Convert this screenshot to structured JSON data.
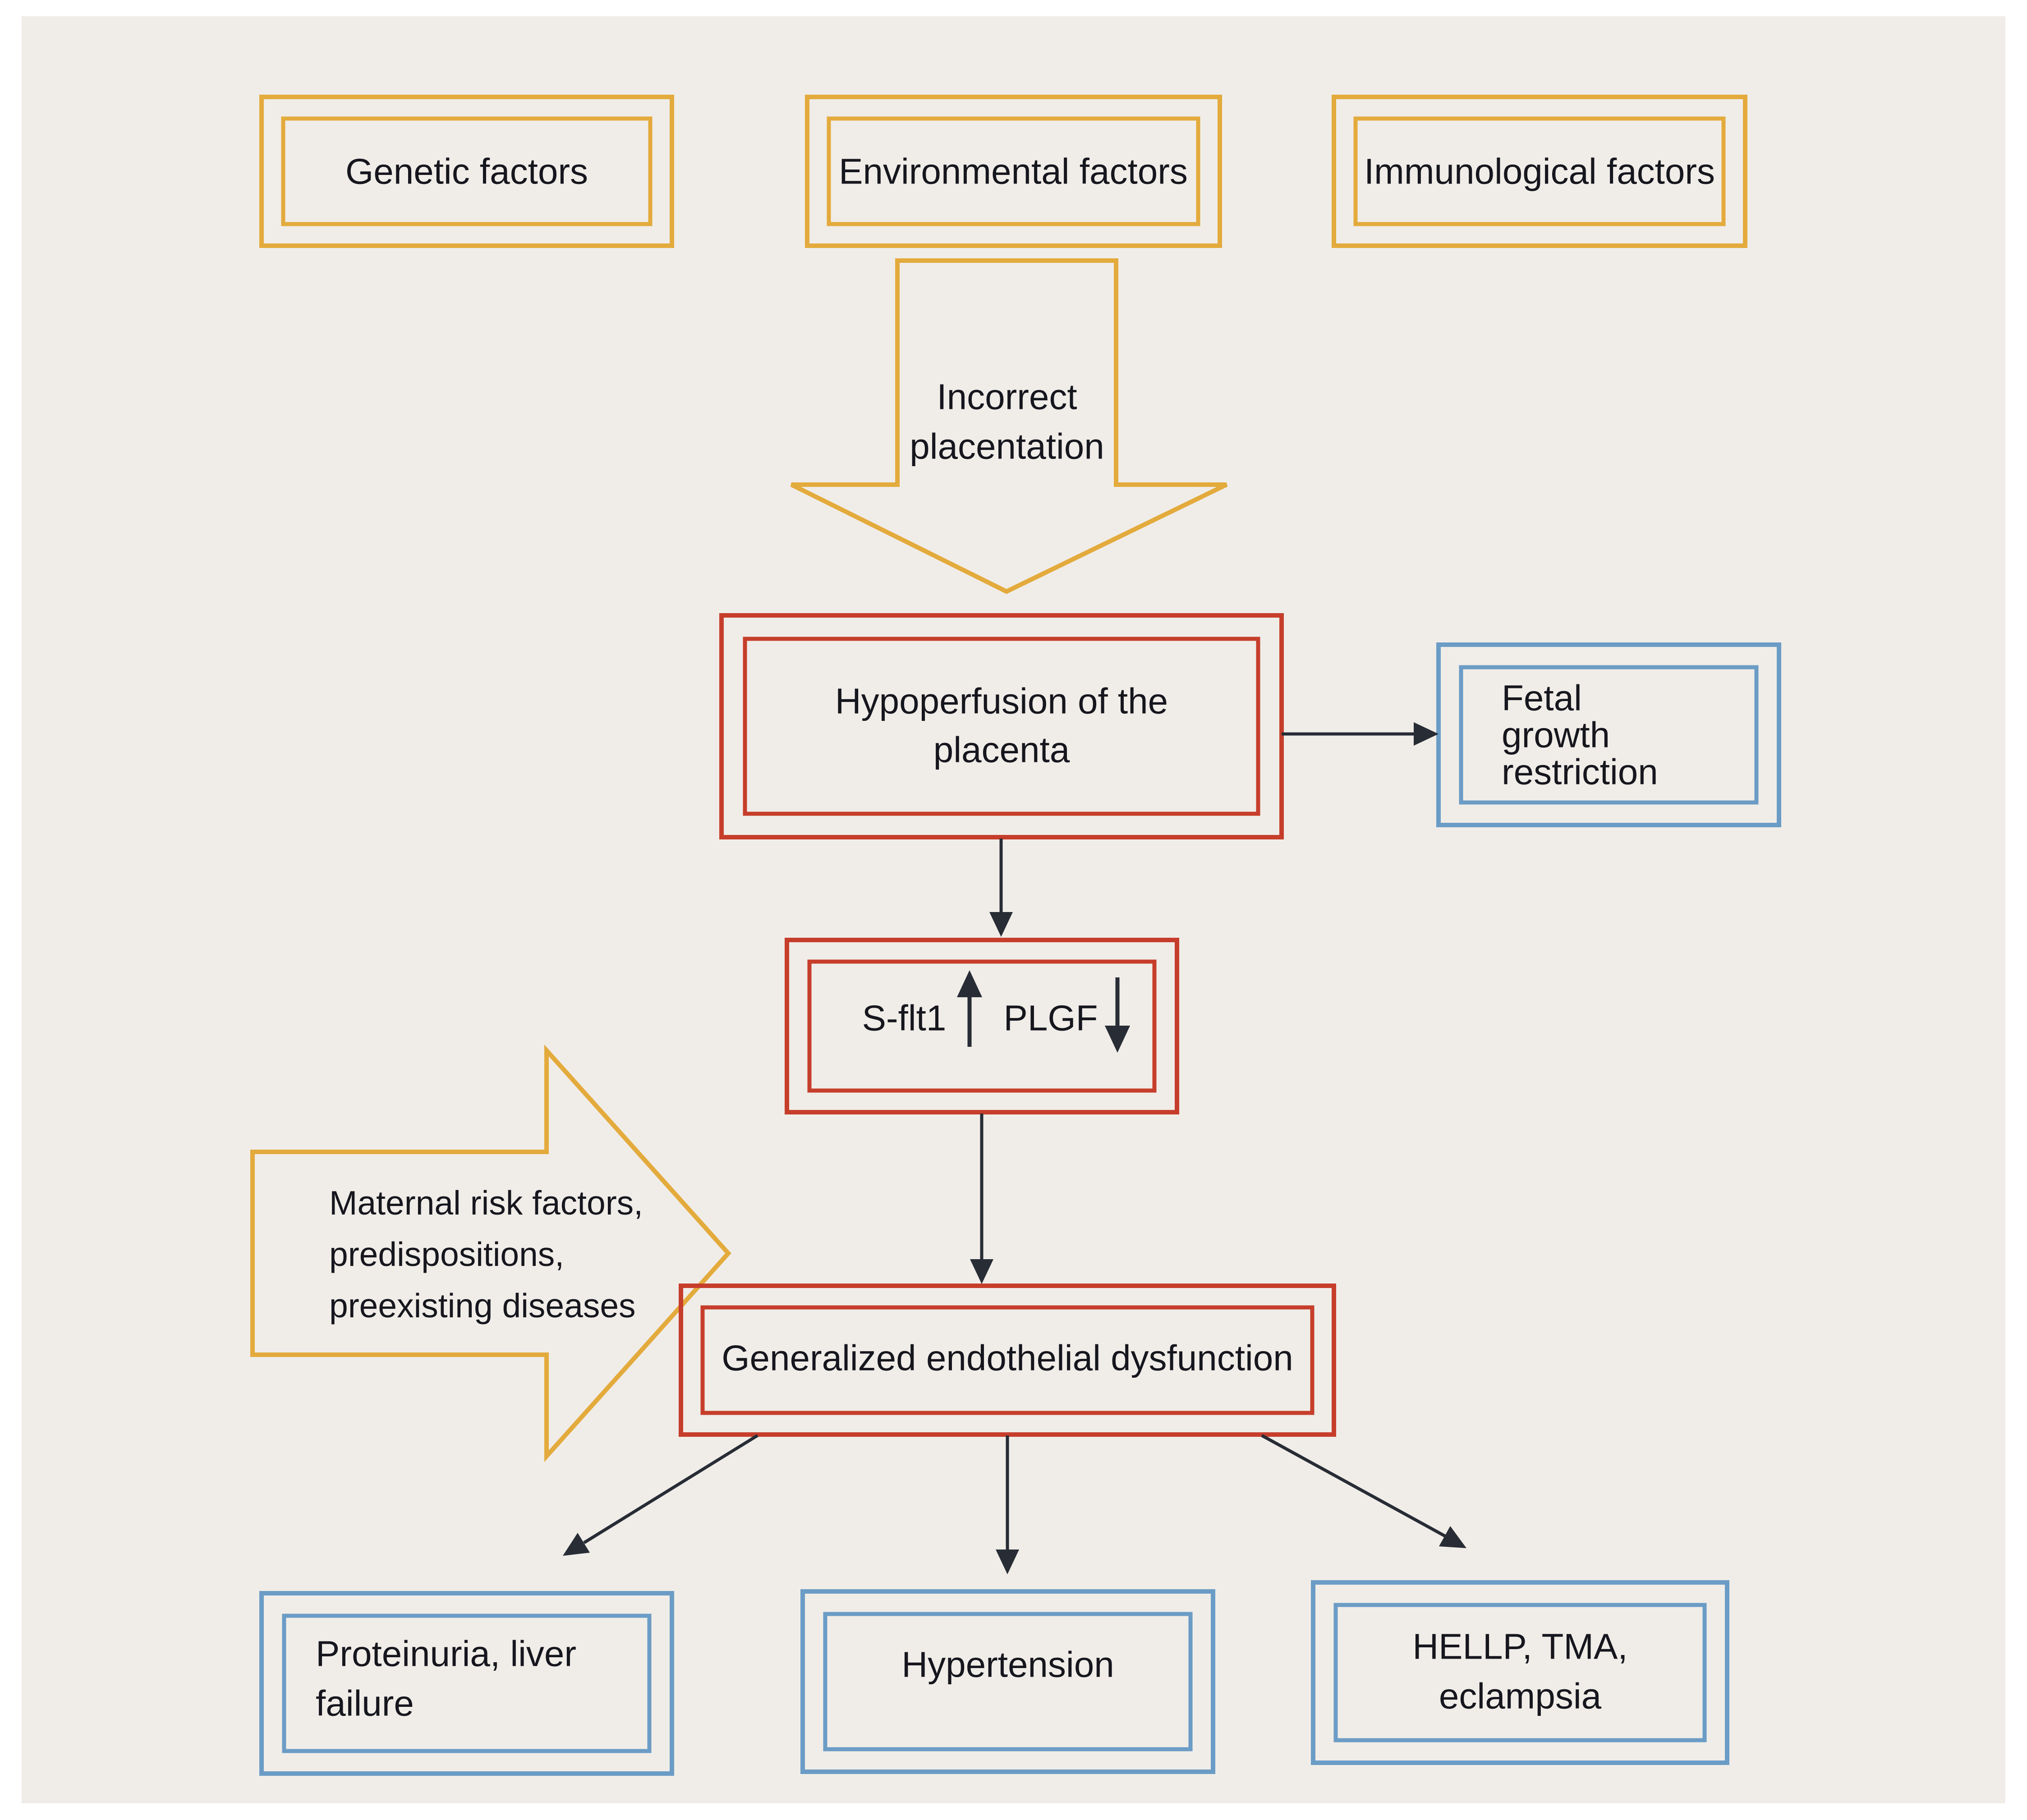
{
  "colors": {
    "page_background": "#ffffff",
    "panel_background": "#f0ede8",
    "factor_box_border": "#e3aa3c",
    "process_box_border": "#c63e2b",
    "outcome_box_border": "#6b9cc6",
    "text": "#16161e",
    "connector": "#272c35"
  },
  "factor_boxes": {
    "genetic": {
      "label": "Genetic factors"
    },
    "environmental": {
      "label": "Environmental factors"
    },
    "immunological": {
      "label": "Immunological factors"
    }
  },
  "block_arrows": {
    "incorrect_placentation": {
      "lines": [
        "Incorrect",
        "placentation"
      ]
    },
    "maternal_risk": {
      "lines": [
        "Maternal risk factors,",
        "predispositions,",
        "preexisting diseases"
      ]
    }
  },
  "process_boxes": {
    "hypoperfusion": {
      "lines": [
        "Hypoperfusion of the",
        "placenta"
      ]
    },
    "sflt1_plgf": {
      "sflt1_label": "S-flt1",
      "plgf_label": "PLGF"
    },
    "generalized": {
      "label": "Generalized endothelial dysfunction"
    }
  },
  "outcome_boxes": {
    "fetal_growth_restriction": {
      "lines": [
        "Fetal",
        "growth",
        "restriction"
      ]
    },
    "proteinuria": {
      "lines": [
        "Proteinuria, liver",
        "failure"
      ]
    },
    "hypertension": {
      "label": "Hypertension"
    },
    "hellp": {
      "lines": [
        "HELLP, TMA,",
        "eclampsia"
      ]
    }
  }
}
